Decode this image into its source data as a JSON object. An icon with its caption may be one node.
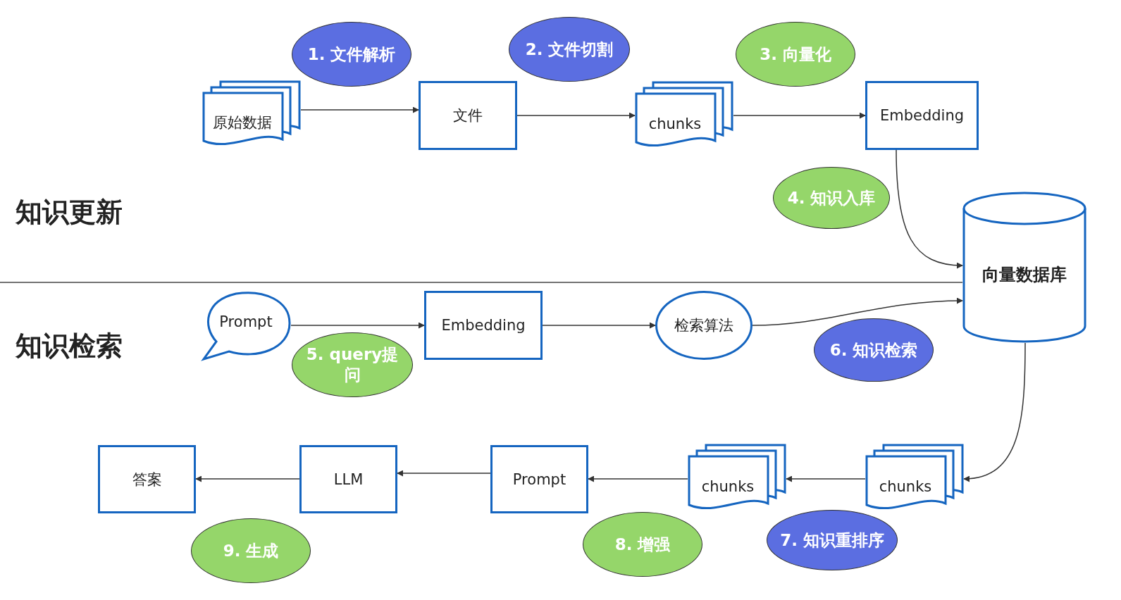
{
  "diagram": {
    "nodes": [
      {
        "text": [
          "原始数据"
        ]
      },
      {
        "text": [
          "文件"
        ]
      },
      {
        "text": [
          "chunks"
        ]
      },
      {
        "text": [
          "Embedding"
        ]
      },
      {
        "text": [
          "向量数据库"
        ]
      },
      {
        "text": [
          "Prompt"
        ]
      },
      {
        "text": [
          "Embedding"
        ]
      },
      {
        "text": [
          "检索算法"
        ]
      },
      {
        "text": [
          "chunks"
        ]
      },
      {
        "text": [
          "chunks"
        ]
      },
      {
        "text": [
          "Prompt"
        ]
      },
      {
        "text": [
          "LLM"
        ]
      },
      {
        "text": [
          "答案"
        ]
      },
      {
        "text": [
          "1. 文件解析"
        ]
      },
      {
        "text": [
          "2. 文件切割"
        ]
      },
      {
        "text": [
          "3. 向量化"
        ]
      },
      {
        "text": [
          "4. 知识入库"
        ]
      },
      {
        "text": [
          "5. query提问"
        ]
      },
      {
        "text": [
          "6. 知识检索"
        ]
      },
      {
        "text": [
          "7. 知识重排序"
        ]
      },
      {
        "text": [
          "8. 增强"
        ]
      },
      {
        "text": [
          "9. 生成"
        ]
      }
    ],
    "edges": [
      {
        "from": 0,
        "to": 1,
        "arrow": "to"
      },
      {
        "from": 1,
        "to": 2,
        "arrow": "to"
      },
      {
        "from": 2,
        "to": 3,
        "arrow": "to"
      },
      {
        "from": 3,
        "to": 4,
        "arrow": "to"
      },
      {
        "from": 5,
        "to": 6,
        "arrow": "to"
      },
      {
        "from": 6,
        "to": 7,
        "arrow": "to"
      },
      {
        "from": 7,
        "to": 4,
        "arrow": "to"
      },
      {
        "from": 4,
        "to": 8,
        "arrow": "to"
      },
      {
        "from": 8,
        "to": 9,
        "arrow": "to"
      },
      {
        "from": 9,
        "to": 10,
        "arrow": "to"
      },
      {
        "from": 10,
        "to": 11,
        "arrow": "to"
      },
      {
        "from": 11,
        "to": 12,
        "arrow": "to"
      }
    ],
    "labels": [
      "知识更新",
      "知识检索"
    ]
  }
}
